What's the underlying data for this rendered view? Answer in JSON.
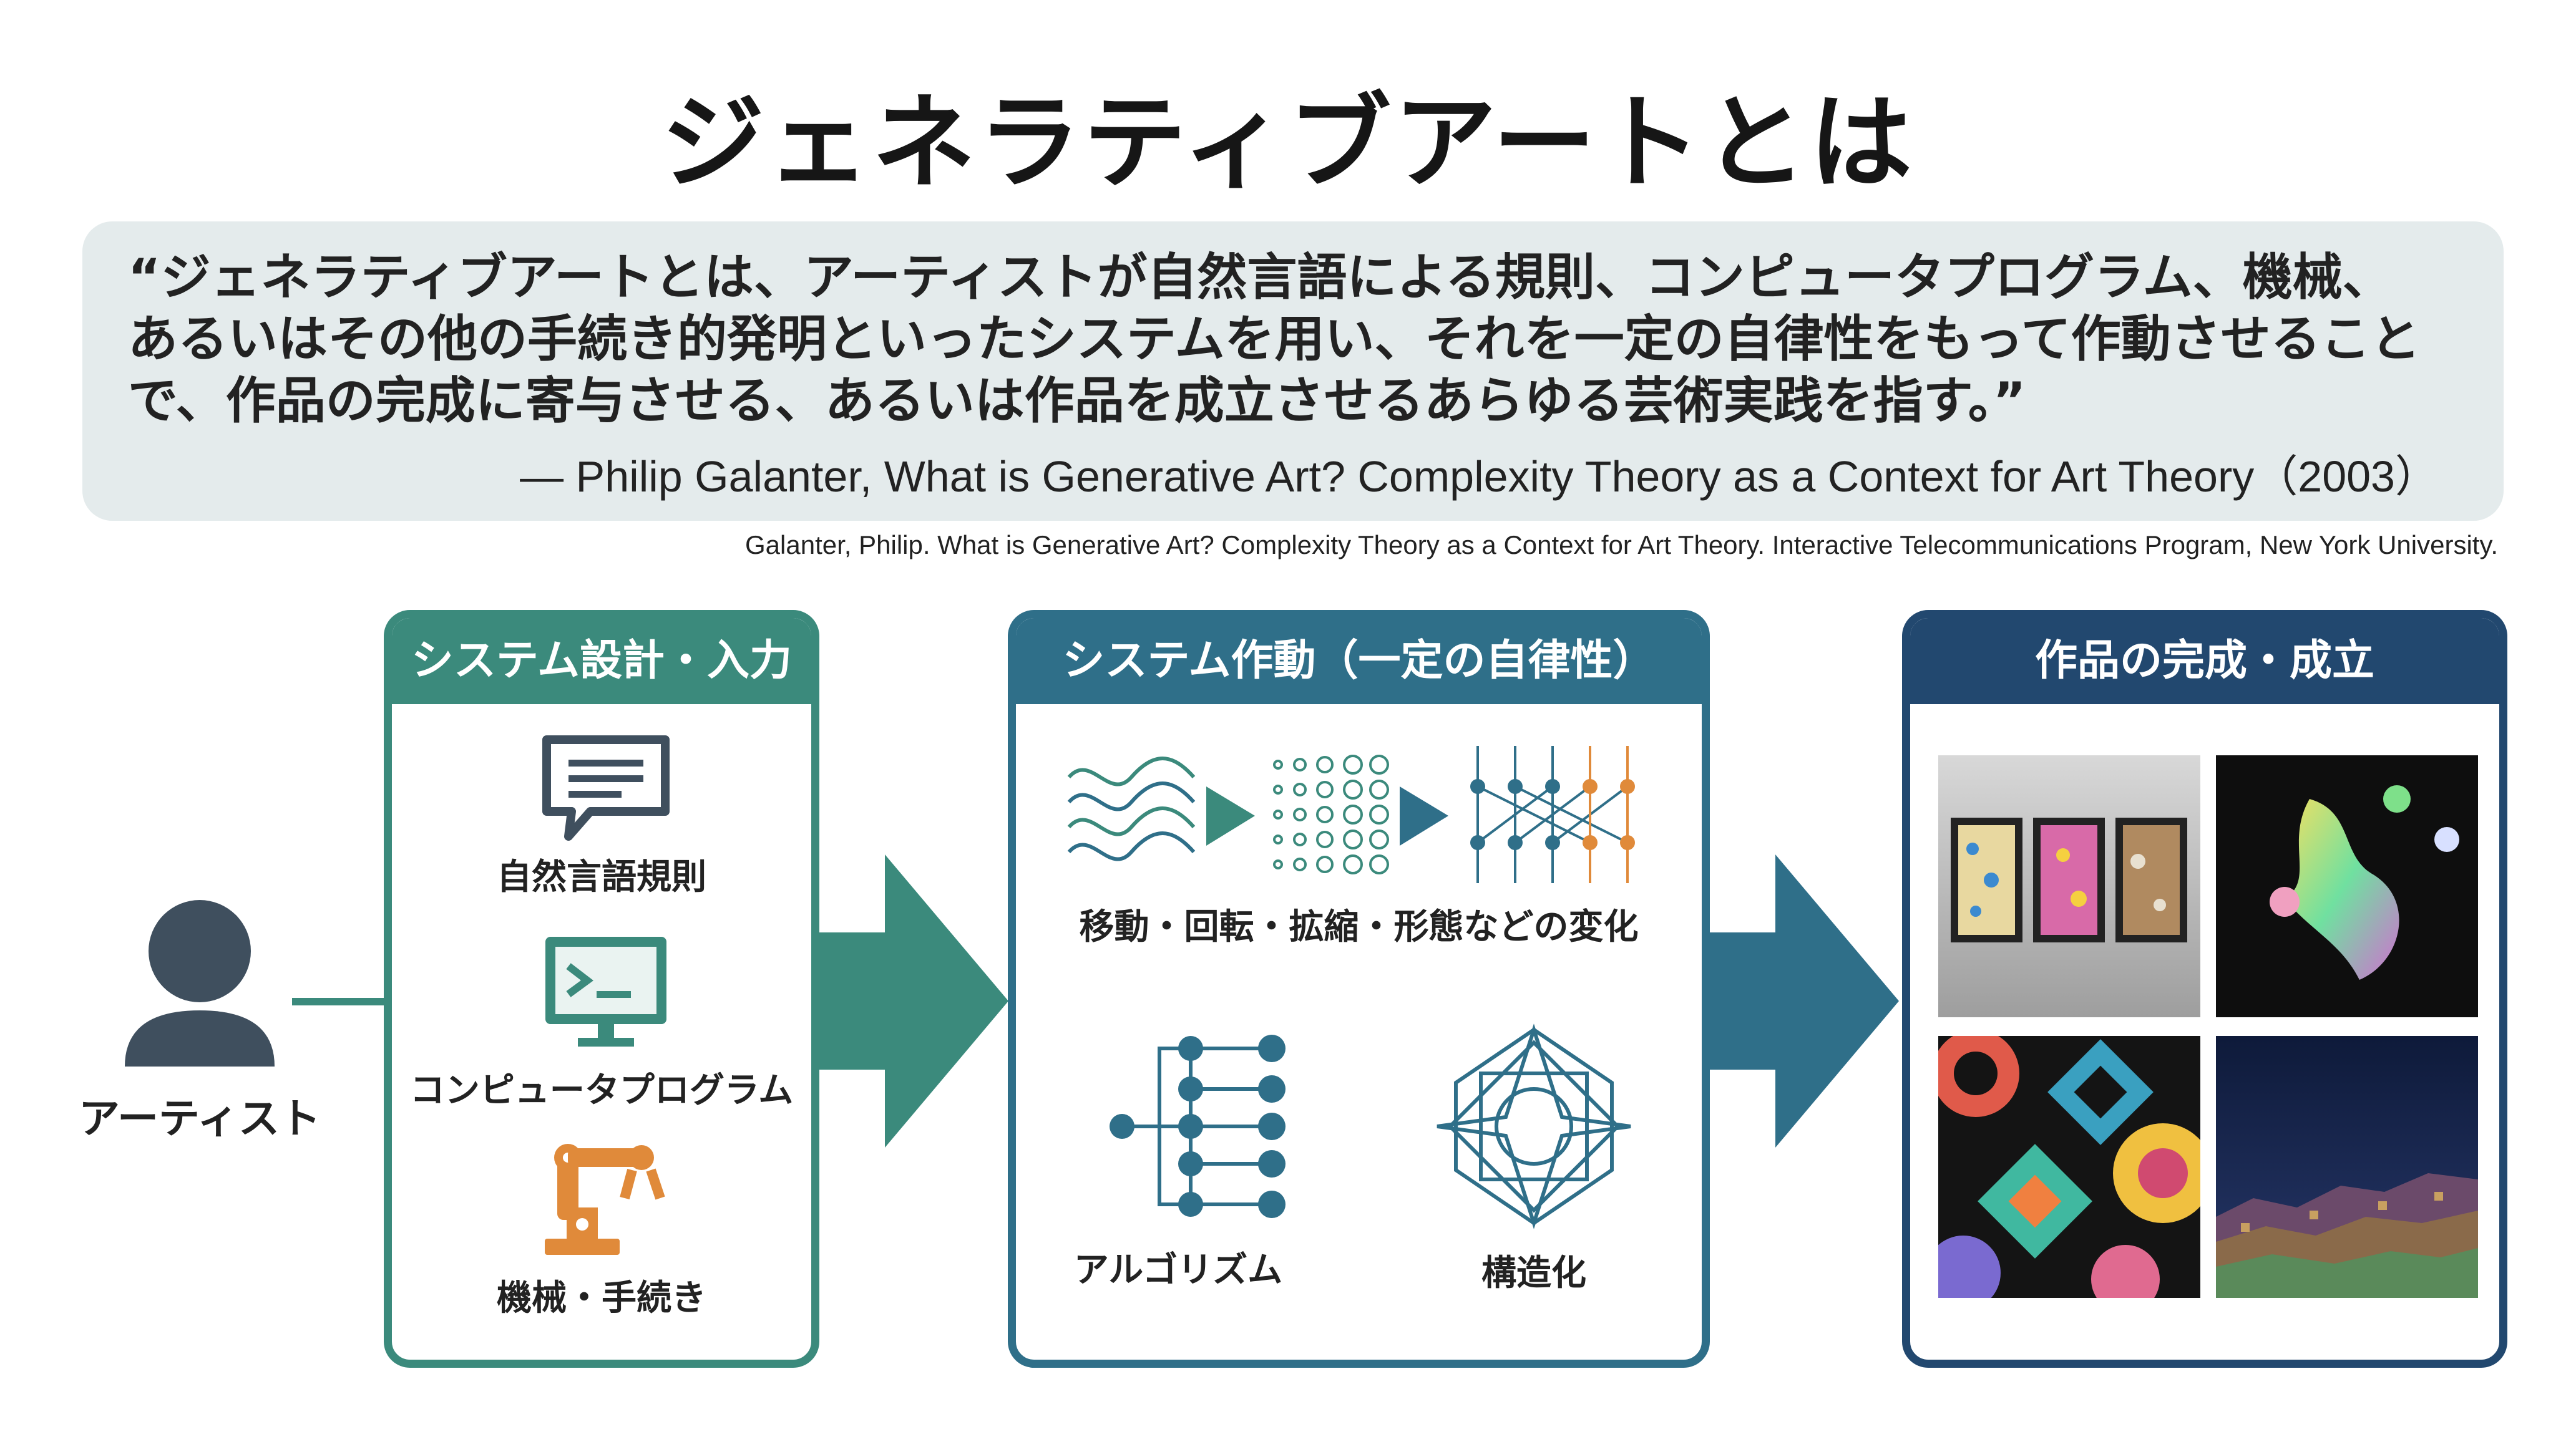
{
  "title": "ジェネラティブアートとは",
  "quote": {
    "lines": [
      "“ジェネラティブアートとは、アーティストが自然言語による規則、コンピュータプログラム、機械、",
      "あるいはその他の手続き的発明といったシステムを用い、それを一定の自律性をもって作動させること",
      "で、作品の完成に寄与させる、あるいは作品を成立させるあらゆる芸術実践を指す。”"
    ],
    "attribution": "— Philip Galanter, What is Generative Art? Complexity Theory as a Context for Art Theory（2003）"
  },
  "citation": "Galanter, Philip. What is Generative Art? Complexity Theory as a Context for Art Theory. Interactive Telecommunications Program, New York University.",
  "artist": {
    "label": "アーティスト"
  },
  "panels": {
    "input": {
      "title": "システム設計・入力",
      "items": [
        "自然言語規則",
        "コンピュータプログラム",
        "機械・手続き"
      ]
    },
    "operation": {
      "title": "システム作動（一定の自律性）",
      "transform_label": "移動・回転・拡縮・形態などの変化",
      "algorithm_label": "アルゴリズム",
      "structure_label": "構造化"
    },
    "output": {
      "title": "作品の完成・成立"
    }
  },
  "colors": {
    "input_teal": "#3b8a7c",
    "operation_blue": "#2f6f89",
    "output_navy": "#22486f",
    "orange": "#e08a3a",
    "person_gray": "#3f4f5e"
  }
}
